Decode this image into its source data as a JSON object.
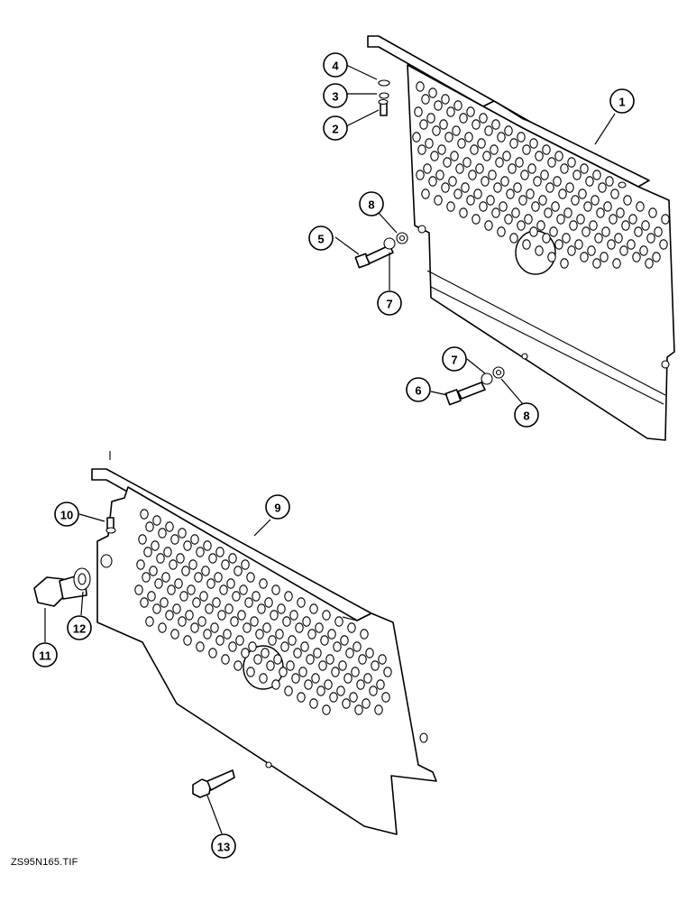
{
  "figure": {
    "file_label": "ZS95N165.TIF",
    "callouts": [
      "1",
      "2",
      "3",
      "4",
      "5",
      "6",
      "7",
      "7",
      "8",
      "8",
      "9",
      "10",
      "11",
      "12",
      "13"
    ]
  }
}
